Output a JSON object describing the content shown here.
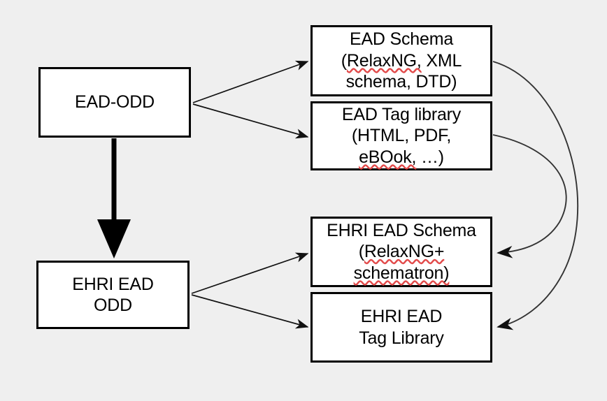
{
  "diagram": {
    "title": "EAD-ODD to EHRI EAD ODD derivation diagram",
    "background_color": "#efefef",
    "box_fill": "#ffffff",
    "box_border_color": "#000000",
    "spellcheck_underline_color": "#e24a4a",
    "nodes": {
      "ead_odd": {
        "label": "EAD-ODD"
      },
      "ehri_ead_odd": {
        "line1": "EHRI EAD",
        "line2": "ODD"
      },
      "ead_schema": {
        "line1": "EAD Schema",
        "line2_a": "(",
        "line2_b": "RelaxNG,",
        "line2_c": " XML",
        "line3": "schema, DTD)"
      },
      "ead_tag_library": {
        "line1": "EAD Tag library",
        "line2": "(HTML, PDF,",
        "line3_a": "eBOok,",
        "line3_b": " …)"
      },
      "ehri_ead_schema": {
        "line1": "EHRI EAD Schema",
        "line2_a": "(",
        "line2_b": "RelaxNG+",
        "line3": "schematron)"
      },
      "ehri_ead_tag_library": {
        "line1": "EHRI EAD",
        "line2": "Tag Library"
      }
    },
    "edges": [
      {
        "name": "ead-odd-to-ead-schema",
        "from": "EAD-ODD",
        "to": "EAD Schema (RelaxNG, XML schema, DTD)",
        "style": "thin-straight-arrow"
      },
      {
        "name": "ead-odd-to-ead-tag-library",
        "from": "EAD-ODD",
        "to": "EAD Tag library (HTML, PDF, eBOok, …)",
        "style": "thin-straight-arrow"
      },
      {
        "name": "ead-odd-to-ehri-ead-odd",
        "from": "EAD-ODD",
        "to": "EHRI EAD ODD",
        "style": "thick-vertical-arrow"
      },
      {
        "name": "ehri-ead-odd-to-ehri-ead-schema",
        "from": "EHRI EAD ODD",
        "to": "EHRI EAD Schema (RelaxNG+ schematron)",
        "style": "thin-straight-arrow"
      },
      {
        "name": "ehri-ead-odd-to-ehri-ead-tag-library",
        "from": "EHRI EAD ODD",
        "to": "EHRI EAD Tag Library",
        "style": "thin-straight-arrow"
      },
      {
        "name": "ead-schema-to-ehri-ead-tag-library",
        "from": "EAD Schema (RelaxNG, XML schema, DTD)",
        "to": "EHRI EAD Tag Library",
        "style": "curved-arrow"
      },
      {
        "name": "ead-tag-library-to-ehri-ead-schema",
        "from": "EAD Tag library (HTML, PDF, eBOok, …)",
        "to": "EHRI EAD Schema (RelaxNG+ schematron)",
        "style": "curved-arrow"
      }
    ]
  }
}
